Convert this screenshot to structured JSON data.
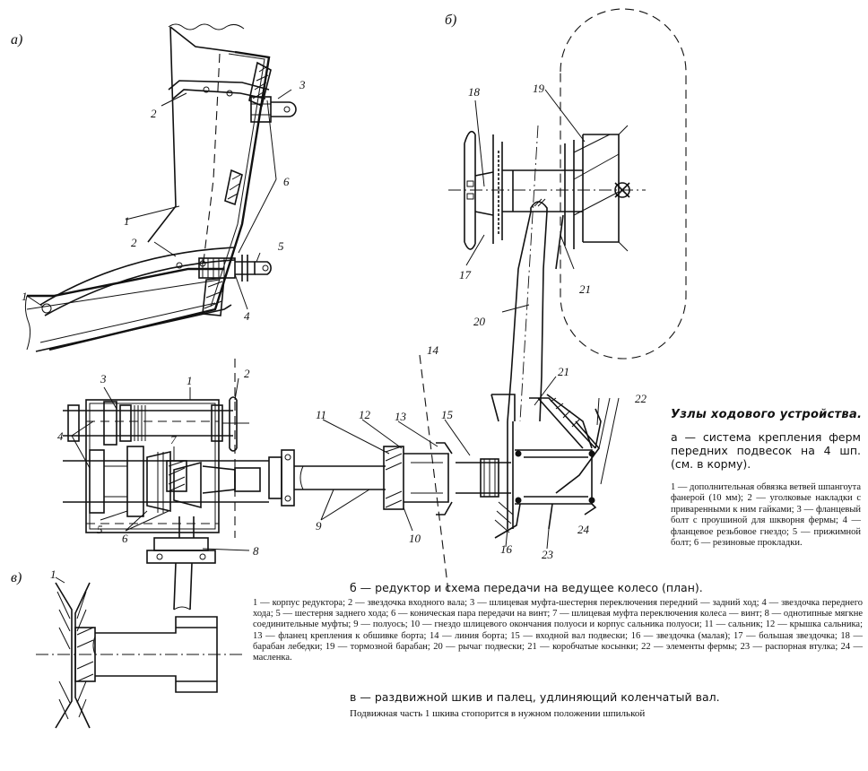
{
  "panels": {
    "a": "а)",
    "b": "б)",
    "c": "в)"
  },
  "labels": {
    "a": [
      "1",
      "1",
      "2",
      "2",
      "3",
      "4",
      "5",
      "6"
    ],
    "b_top": [
      "17",
      "18",
      "19",
      "20",
      "21"
    ],
    "b_bottom": [
      "1",
      "2",
      "3",
      "4",
      "5",
      "6",
      "7",
      "8",
      "9",
      "10",
      "11",
      "12",
      "13",
      "14",
      "15",
      "16",
      "21",
      "22",
      "23",
      "24"
    ],
    "c": [
      "1"
    ]
  },
  "title": "Узлы ходового устройства.",
  "caption_a": {
    "head": "а — система крепления ферм передних подвесок на 4 шп. (см. в корму).",
    "body": "1 — дополнительная обвязка ветвей шпангоута фанерой (10 мм); 2 — уголковые накладки с приваренными к ним гайками; 3 — фланцевый болт с проушиной для шкворня фермы; 4 — фланцевое резьбовое гнездо; 5 — прижимной болт; 6 — резиновые прокладки."
  },
  "caption_b": {
    "head": "б — редуктор и схема передачи на ведущее колесо (план).",
    "body": "1 — корпус редуктора; 2 — звездочка входного вала; 3 — шлицевая муфта-шестерня переключения передний — задний ход; 4 — звездочка переднего хода; 5 — шестерня заднего хода; 6 — коническая пара передачи на винт; 7 — шлицевая муфта переключения колеса — винт; 8 — однотипные мягкне соединительные муфты; 9 — полуось; 10 — гнездо шлицевого окончания полуоси и корпус сальника полуоси; 11 — сальник; 12 — крышка сальника; 13 — фланец крепления к обшивке борта; 14 — линия борта; 15 — входной вал подвески; 16 — звездочка (малая); 17 — большая звездочка; 18 — барабан лебедки; 19 — тормозной барабан; 20 — рычаг подвески; 21 — коробчатые косынки; 22 — элементы фермы; 23 — распорная втулка; 24 — масленка."
  },
  "caption_c": {
    "head": "в — раздвижной шкив и палец, удлиняющий коленчатый вал.",
    "body": "Подвижная часть 1 шкива стопорится в нужном положении шпилькой"
  }
}
